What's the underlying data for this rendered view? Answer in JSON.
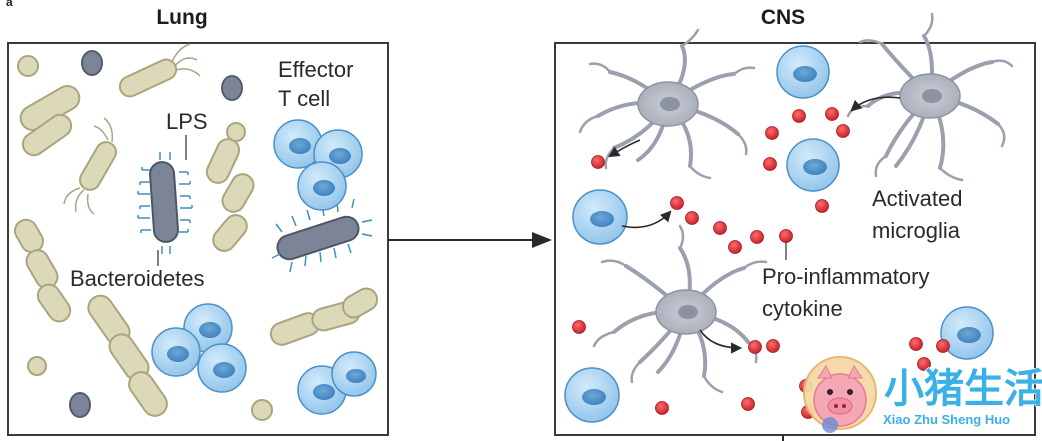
{
  "figure": {
    "corner_letter": "a",
    "panels": [
      {
        "title": "Lung"
      },
      {
        "title": "CNS"
      }
    ],
    "lung_labels": {
      "effector_line1": "Effector",
      "effector_line2": "T cell",
      "lps": "LPS",
      "bacteroidetes": "Bacteroidetes"
    },
    "cns_labels": {
      "activated_line1": "Activated",
      "activated_line2": "microglia",
      "cytokine_line1": "Pro-inflammatory",
      "cytokine_line2": "cytokine"
    }
  },
  "watermark": {
    "cn_text": "小猪生活",
    "en_text": "Xiao Zhu Sheng Huo"
  },
  "colors": {
    "bacteria_fill": "#dcd9b8",
    "bacteria_stroke": "#a9a57f",
    "bacteroidetes_fill": "#7c8598",
    "lps_color": "#3d8fc2",
    "tcell_fill": "#a9d3f0",
    "tcell_stroke": "#4a90c8",
    "microglia_fill": "#b9bec8",
    "cytokine_fill": "#e8323a",
    "border": "#3a3a3a"
  }
}
